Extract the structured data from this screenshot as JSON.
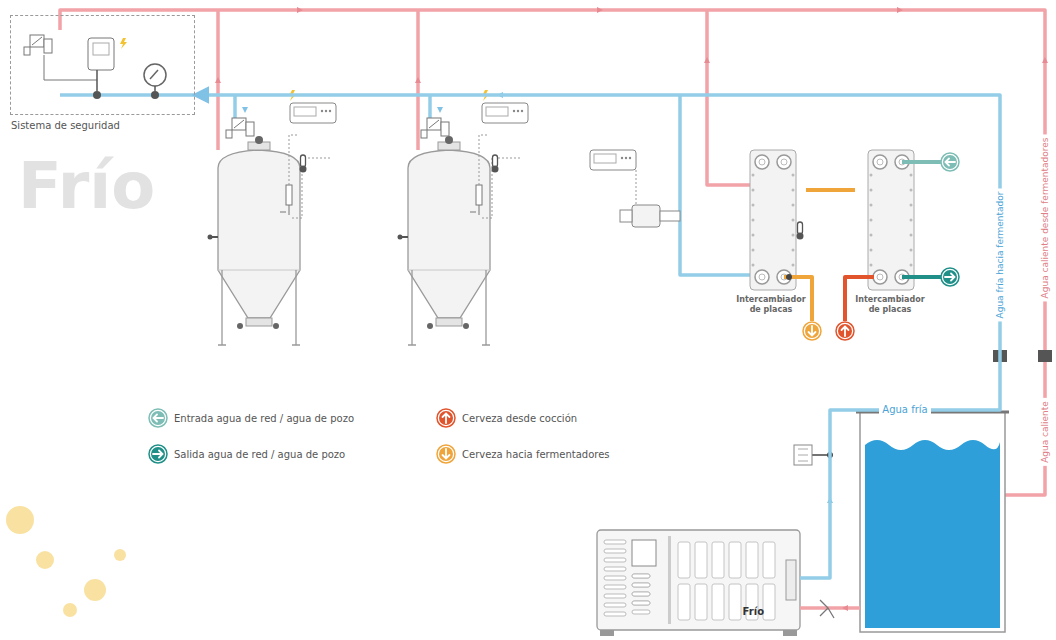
{
  "diagram": {
    "nodes": [
      {
        "text": [
          "Sistema de seguridad"
        ]
      },
      {
        "text": [
          "Intercambiador de placas"
        ]
      },
      {
        "text": [
          "Intercambiador de placas"
        ]
      },
      {
        "text": [
          "Frío"
        ]
      }
    ],
    "edges": [
      {
        "from": 1,
        "to": 2,
        "arrow": "none"
      },
      {
        "from": 3,
        "to": 0,
        "label": "Agua fría",
        "arrow": "to"
      }
    ],
    "labels": [
      "Agua fría hacia fermentador",
      "Agua caliente desde fermentadores",
      "Agua caliente",
      "Frío"
    ],
    "legend": [
      {
        "text": "Entrada agua de red / agua de pozo",
        "color": "#7dbdb5"
      },
      {
        "text": "Salida agua de red / agua de pozo",
        "color": "#1f8f88"
      },
      {
        "text": "Cerveza desde cocción",
        "color": "#e1542c"
      },
      {
        "text": "Cerveza hacia fermentadores",
        "color": "#f0a53a"
      }
    ]
  }
}
